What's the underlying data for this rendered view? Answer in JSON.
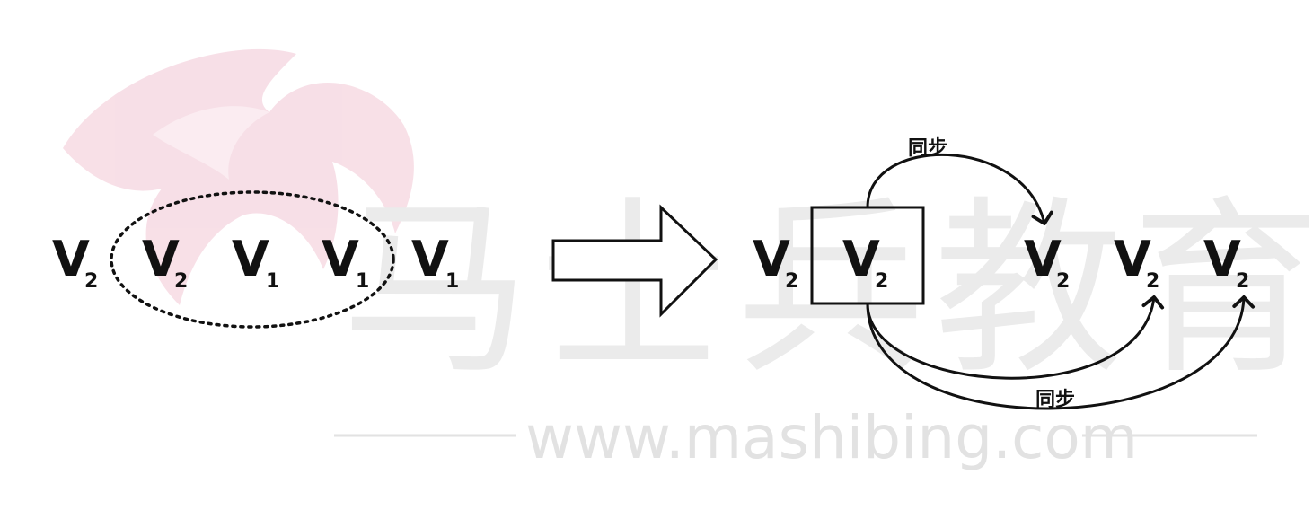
{
  "watermark": {
    "chinese": "马士兵教育",
    "url": "www.mashibing.com",
    "logo_color": "#f2c6d4",
    "text_color": "#e4e4e4"
  },
  "sequence_before": {
    "items": [
      {
        "letter": "V",
        "sub": "2"
      },
      {
        "letter": "V",
        "sub": "2"
      },
      {
        "letter": "V",
        "sub": "1"
      },
      {
        "letter": "V",
        "sub": "1"
      },
      {
        "letter": "V",
        "sub": "1"
      }
    ]
  },
  "sequence_after": {
    "items": [
      {
        "letter": "V",
        "sub": "2"
      },
      {
        "letter": "V",
        "sub": "2"
      },
      {
        "letter": "V",
        "sub": "2"
      },
      {
        "letter": "V",
        "sub": "2"
      },
      {
        "letter": "V",
        "sub": "2"
      }
    ]
  },
  "labels": {
    "sync_top": "同步",
    "sync_bottom": "同步"
  },
  "colors": {
    "ink": "#111111"
  }
}
